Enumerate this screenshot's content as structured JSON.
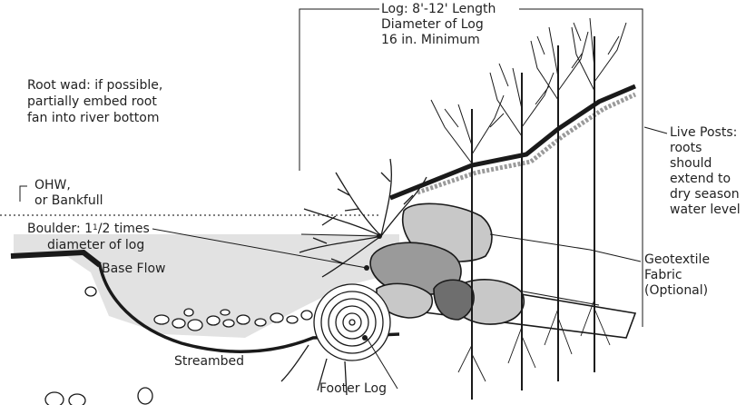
{
  "labels": {
    "log": [
      "Log: 8'-12' Length",
      "Diameter of Log",
      "16 in. Minimum"
    ],
    "root_wad": [
      "Root wad: if possible,",
      "partially embed root",
      "fan into river bottom"
    ],
    "ohw": [
      "OHW,",
      "or Bankfull"
    ],
    "boulder_prefix": "Boulder: 1",
    "boulder_sup": "1",
    "boulder_den": "/2 times",
    "boulder_line2": "diameter of log",
    "base_flow": "Base Flow",
    "streambed": "Streambed",
    "footer_log": "Footer Log",
    "live_posts": [
      "Live Posts:",
      "roots",
      "should",
      "extend to",
      "dry season",
      "water level"
    ],
    "geotextile": [
      "Geotextile",
      "Fabric",
      "(Optional)"
    ]
  },
  "colors": {
    "ink": "#1a1a1a",
    "water": "#e2e2e2",
    "boulder_light": "#c8c8c8",
    "boulder_mid": "#9a9a9a",
    "boulder_dark": "#6e6e6e",
    "fabric": "#9a9a9a"
  }
}
